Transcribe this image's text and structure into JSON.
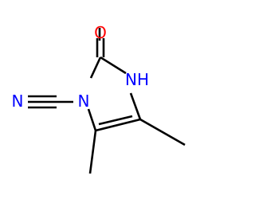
{
  "molecule": {
    "atoms": {
      "oxygen": {
        "label": "O",
        "color": "#ff0000"
      },
      "nh": {
        "label": "NH",
        "color": "#0000ff"
      },
      "n_ring": {
        "label": "N",
        "color": "#0000ff"
      },
      "n_nitrile": {
        "label": "N",
        "color": "#0000ff"
      }
    },
    "colors": {
      "bond": "#000000",
      "background": "#ffffff"
    }
  }
}
